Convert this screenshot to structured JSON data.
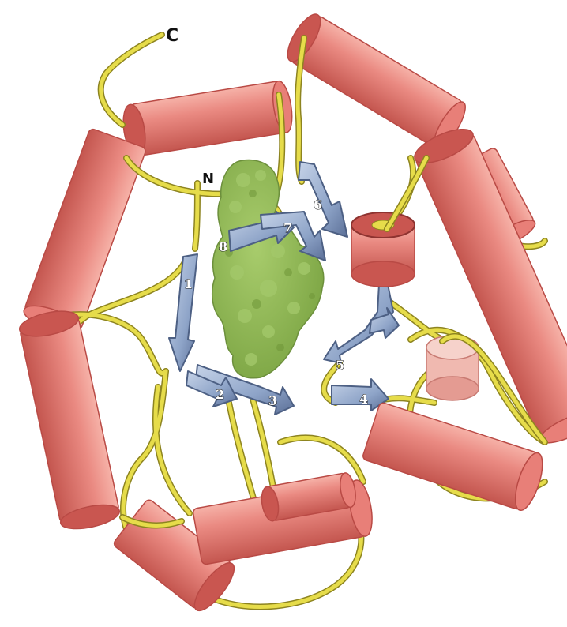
{
  "terminus_labels": {
    "c_terminus": "C",
    "n_terminus": "N"
  },
  "strand_labels": [
    "1",
    "2",
    "3",
    "4",
    "5",
    "6",
    "7",
    "8"
  ],
  "colors": {
    "helix": "#e87f78",
    "helix_dark": "#b94a45",
    "helix_cap": "#c95650",
    "helix_light": "#f3c7c0",
    "strand": "#8fa5c8",
    "strand_edge": "#4d6084",
    "loop": "#e6dc4a",
    "ligand": "#92b85b",
    "ligand_dark": "#6c8f3c"
  }
}
